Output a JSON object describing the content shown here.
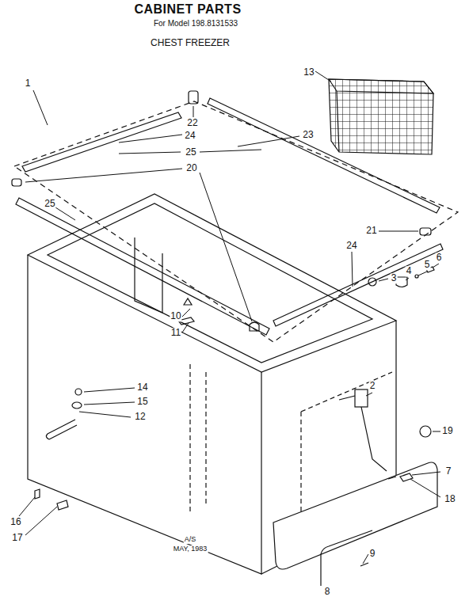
{
  "diagram": {
    "title": "CABINET PARTS",
    "labels": [
      "For Model 198.8131533",
      "CHEST FREEZER",
      "1",
      "13",
      "22",
      "24",
      "23",
      "25",
      "20",
      "25",
      "21",
      "24",
      "3",
      "4",
      "5",
      "6",
      "10",
      "11",
      "14",
      "15",
      "12",
      "2",
      "19",
      "7",
      "18",
      "16",
      "17",
      "9",
      "8",
      "A/S",
      "MAY, 1983"
    ]
  }
}
